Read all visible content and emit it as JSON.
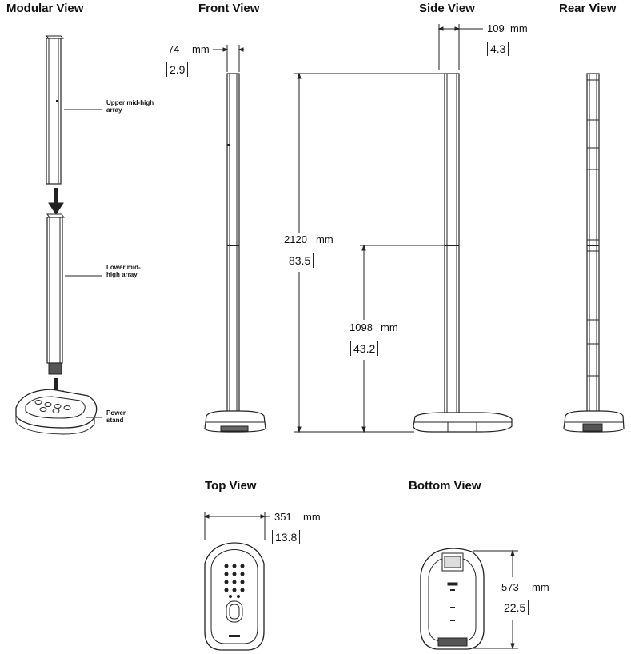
{
  "views": {
    "modular": "Modular View",
    "front": "Front View",
    "side": "Side View",
    "rear": "Rear View",
    "top": "Top View",
    "bottom": "Bottom View"
  },
  "modular_labels": {
    "upper_1": "Upper mid-high",
    "upper_2": "array",
    "lower_1": "Lower mid-",
    "lower_2": "high array",
    "stand_1": "Power",
    "stand_2": "stand"
  },
  "dimensions": {
    "front_width": {
      "value": "74",
      "unit": "mm",
      "inches": "2.9"
    },
    "side_depth": {
      "value": "109",
      "unit": "mm",
      "inches": "4.3"
    },
    "overall_height": {
      "value": "2120",
      "unit": "mm",
      "inches": "83.5"
    },
    "lower_height": {
      "value": "1098",
      "unit": "mm",
      "inches": "43.2"
    },
    "base_width": {
      "value": "351",
      "unit": "mm",
      "inches": "13.8"
    },
    "base_depth": {
      "value": "573",
      "unit": "mm",
      "inches": "22.5"
    }
  }
}
